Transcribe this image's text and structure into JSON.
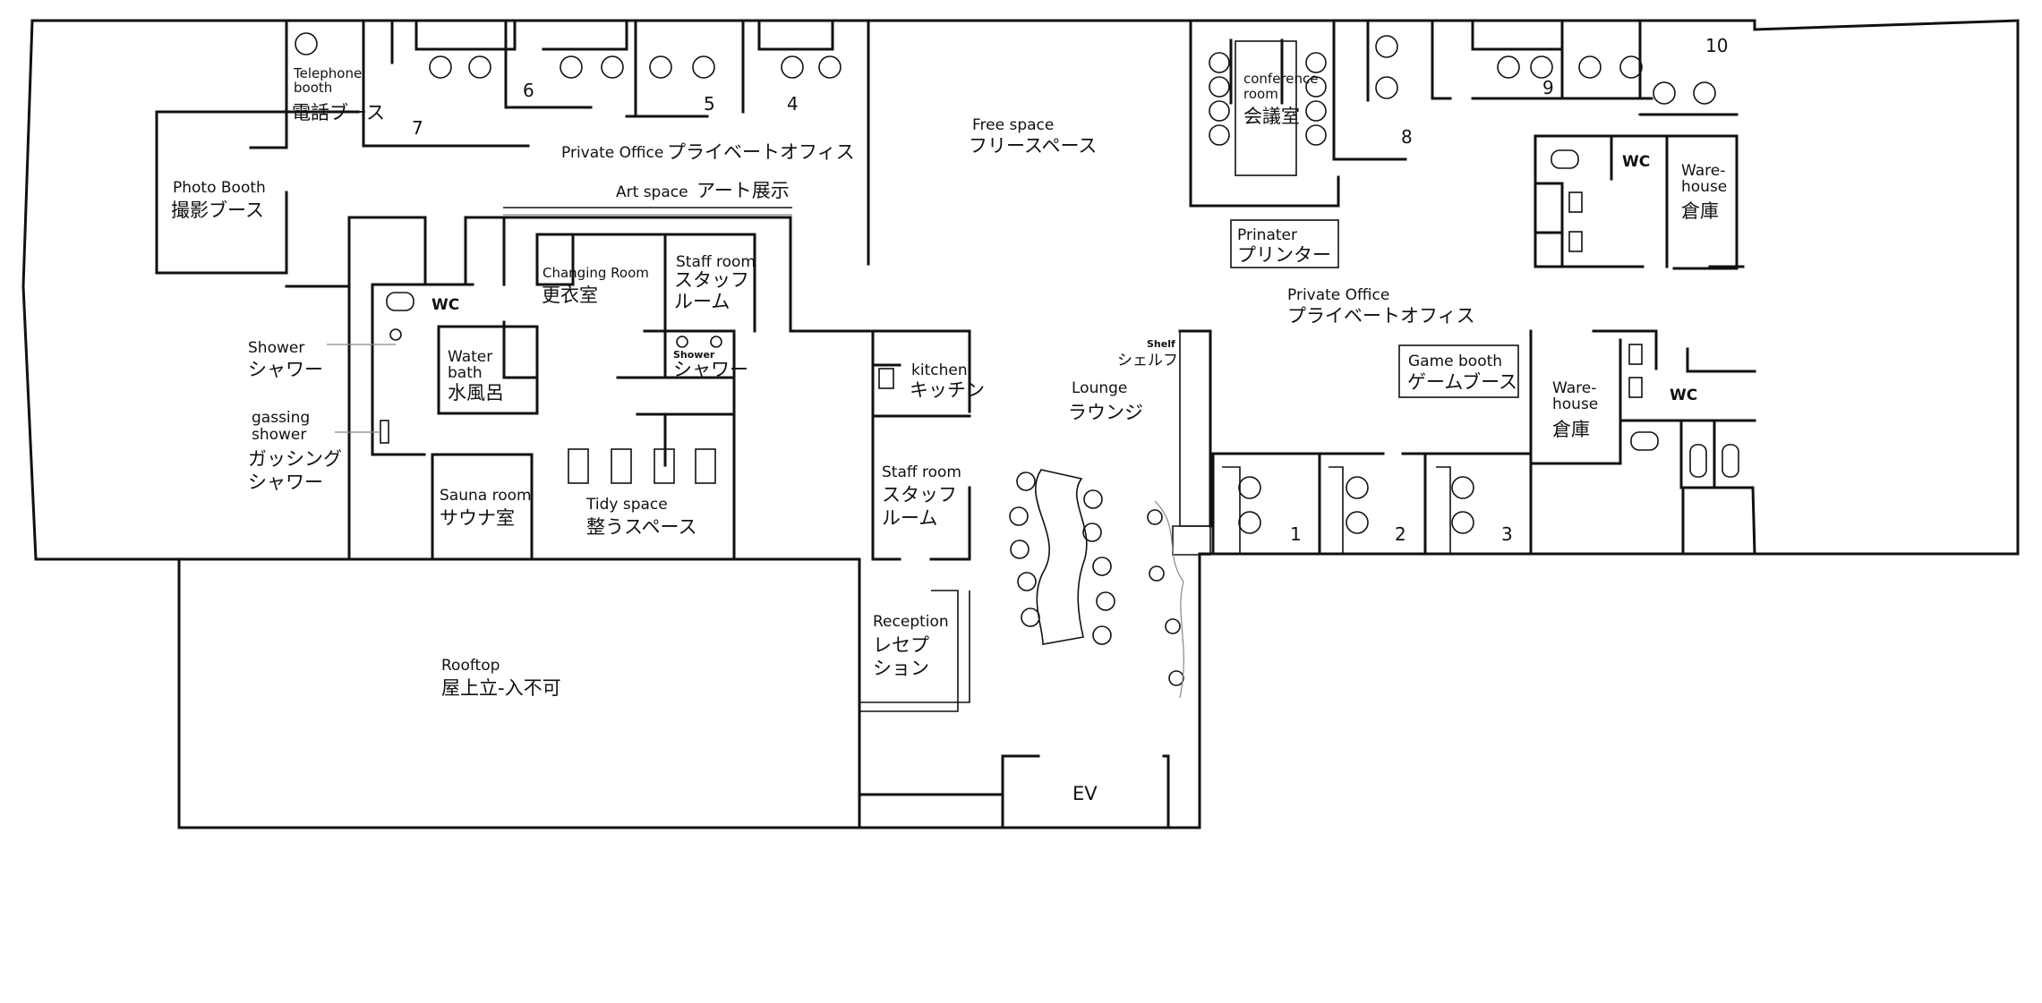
{
  "rooms": {
    "telephone_booth": {
      "en_line1": "Telephone",
      "en_line2": "booth",
      "jp": "電話ブース"
    },
    "photo_booth": {
      "en": "Photo Booth",
      "jp": "撮影ブース"
    },
    "private_office_west": {
      "en": "Private Office",
      "jp": "プライベートオフィス"
    },
    "art_space": {
      "en": "Art space",
      "jp": "アート展示"
    },
    "free_space": {
      "en": "Free space",
      "jp": "フリースペース"
    },
    "conference_room": {
      "en_line1": "conference",
      "en_line2": "room",
      "jp": "会議室"
    },
    "printer": {
      "en": "Prinater",
      "jp": "プリンター"
    },
    "private_office_east": {
      "en": "Private Office",
      "jp": "プライベートオフィス"
    },
    "wc_west": {
      "en": "WC"
    },
    "changing_room": {
      "en": "Changing Room",
      "jp": "更衣室"
    },
    "staff_room_north": {
      "en": "Staff room",
      "jp_line1": "スタッフ",
      "jp_line2": "ルーム"
    },
    "shower_small": {
      "en": "Shower",
      "jp": "シャワー"
    },
    "shower": {
      "en": "Shower",
      "jp": "シャワー"
    },
    "water_bath": {
      "en_line1": "Water",
      "en_line2": "bath",
      "jp": "水風呂"
    },
    "gassing_shower": {
      "en_line1": "gassing",
      "en_line2": "shower",
      "jp_line1": "ガッシング",
      "jp_line2": "シャワー"
    },
    "sauna_room": {
      "en": "Sauna room",
      "jp": "サウナ室"
    },
    "tidy_space": {
      "en": "Tidy space",
      "jp": "整うスペース"
    },
    "kitchen": {
      "en": "kitchen",
      "jp": "キッチン"
    },
    "staff_room_south": {
      "en": "Staff room",
      "jp_line1": "スタッフ",
      "jp_line2": "ルーム"
    },
    "shelf": {
      "en": "Shelf",
      "jp": "シェルフ"
    },
    "lounge": {
      "en": "Lounge",
      "jp": "ラウンジ"
    },
    "reception": {
      "en": "Reception",
      "jp_line1": "レセプ",
      "jp_line2": "ション"
    },
    "rooftop": {
      "en": "Rooftop",
      "jp": "屋上立-入不可"
    },
    "ev": {
      "en": "EV"
    },
    "game_booth": {
      "en": "Game booth",
      "jp": "ゲームブース"
    },
    "warehouse_north": {
      "en_line1": "Ware-",
      "en_line2": "house",
      "jp": "倉庫"
    },
    "warehouse_south": {
      "en_line1": "Ware-",
      "en_line2": "house",
      "jp": "倉庫"
    },
    "wc_north": {
      "en": "WC"
    },
    "wc_south": {
      "en": "WC"
    }
  },
  "office_numbers": {
    "n1": "1",
    "n2": "2",
    "n3": "3",
    "n4": "4",
    "n5": "5",
    "n6": "6",
    "n7": "7",
    "n8": "8",
    "n9": "9",
    "n10": "10"
  }
}
